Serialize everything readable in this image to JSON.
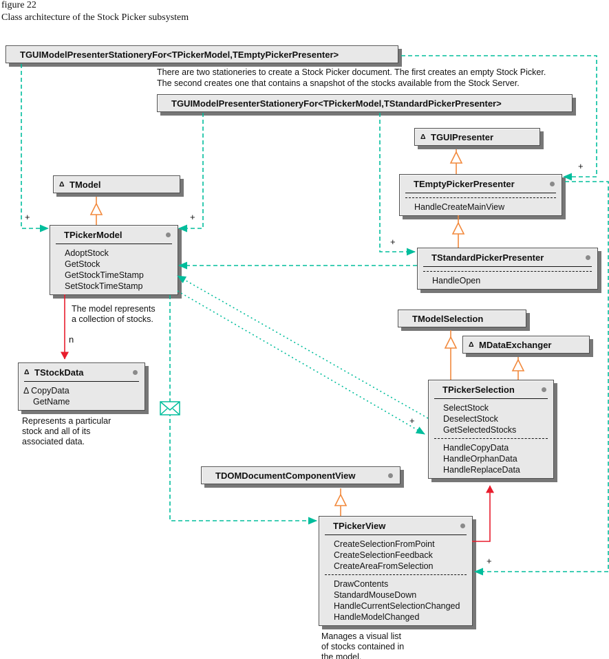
{
  "figure": {
    "label": "figure 22",
    "caption": "Class architecture of the Stock Picker subsystem"
  },
  "note": "There are two stationeries to create a Stock Picker document. The first creates an empty Stock Picker.\nThe second creates one that contains a snapshot of the stocks available from the Stock Server.",
  "classes": {
    "stationery_empty": {
      "title": "TGUIModelPresenterStationeryFor<TPickerModel,TEmptyPickerPresenter>"
    },
    "stationery_standard": {
      "title": "TGUIModelPresenterStationeryFor<TPickerModel,TStandardPickerPresenter>"
    },
    "tguipresenter": {
      "title": "TGUIPresenter",
      "abstract_marker": "Δ"
    },
    "tmodel": {
      "title": "TModel",
      "abstract_marker": "Δ"
    },
    "tempty": {
      "title": "TEmptyPickerPresenter",
      "sections": [
        [],
        [
          "HandleCreateMainView"
        ]
      ]
    },
    "tstandard": {
      "title": "TStandardPickerPresenter",
      "sections": [
        [],
        [
          "HandleOpen"
        ]
      ]
    },
    "tpickermodel": {
      "title": "TPickerModel",
      "sections": [
        [
          "AdoptStock",
          "GetStock",
          "GetStockTimeStamp",
          "SetStockTimeStamp"
        ]
      ]
    },
    "tstockdata": {
      "title": "TStockData",
      "abstract_marker": "Δ",
      "sections": [
        [
          "Δ CopyData",
          "GetName"
        ]
      ]
    },
    "tmodelselection": {
      "title": "TModelSelection"
    },
    "mdataexchanger": {
      "title": "MDataExchanger",
      "abstract_marker": "Δ"
    },
    "tpickerselection": {
      "title": "TPickerSelection",
      "sections": [
        [
          "SelectStock",
          "DeselectStock",
          "GetSelectedStocks"
        ],
        [
          "HandleCopyData",
          "HandleOrphanData",
          "HandleReplaceData"
        ]
      ]
    },
    "tdomview": {
      "title": "TDOMDocumentComponentView"
    },
    "tpickerview": {
      "title": "TPickerView",
      "sections": [
        [
          "CreateSelectionFromPoint",
          "CreateSelectionFeedback",
          "CreateAreaFromSelection"
        ],
        [
          "DrawContents",
          "StandardMouseDown",
          "HandleCurrentSelectionChanged",
          "HandleModelChanged"
        ]
      ]
    }
  },
  "annotations": {
    "model_note": "The model represents\na collection of stocks.",
    "stock_note": "Represents a particular\nstock and all of its\nassociated data.",
    "view_note": "Manages a visual list\nof stocks contained in\nthe model."
  },
  "labels": {
    "plus": "+",
    "multiplicity_n": "n"
  },
  "colors": {
    "teal": "#00bd9c",
    "orange": "#f2893c",
    "red": "#e81c2c",
    "box_fill": "#e8e8e8",
    "box_border": "#4e4e4e",
    "box_shadow": "#777777",
    "dot_gray": "#8a8a8a"
  }
}
